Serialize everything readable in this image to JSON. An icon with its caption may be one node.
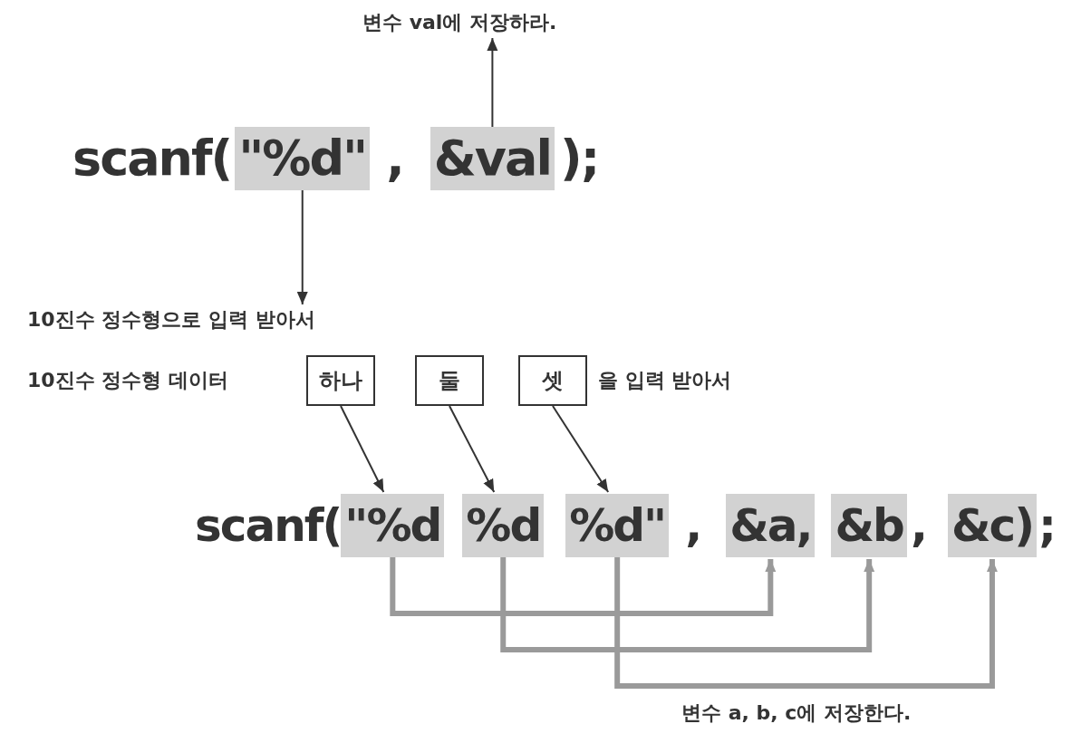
{
  "diagram": {
    "nodes": [
      {
        "text": [
          "변수 val에 저장하라."
        ]
      },
      {
        "text": [
          "\"%d\""
        ]
      },
      {
        "text": [
          "&val"
        ]
      },
      {
        "text": [
          "10진수 정수형으로 입력 받아서"
        ]
      },
      {
        "text": [
          "하나"
        ]
      },
      {
        "text": [
          "둘"
        ]
      },
      {
        "text": [
          "셋"
        ]
      },
      {
        "text": [
          "\"%d"
        ]
      },
      {
        "text": [
          "%d"
        ]
      },
      {
        "text": [
          "%d\""
        ]
      },
      {
        "text": [
          "&a,"
        ]
      },
      {
        "text": [
          "&b"
        ]
      },
      {
        "text": [
          "&c)"
        ]
      }
    ],
    "edges": [
      {
        "from": 2,
        "to": 0,
        "arrow": "to"
      },
      {
        "from": 1,
        "to": 3,
        "arrow": "to"
      },
      {
        "from": 4,
        "to": 7,
        "arrow": "to"
      },
      {
        "from": 5,
        "to": 8,
        "arrow": "to"
      },
      {
        "from": 6,
        "to": 9,
        "arrow": "to"
      },
      {
        "from": 7,
        "to": 10,
        "arrow": "to",
        "style": "thick",
        "color": "#9a9a9a"
      },
      {
        "from": 8,
        "to": 11,
        "arrow": "to",
        "style": "thick",
        "color": "#9a9a9a"
      },
      {
        "from": 9,
        "to": 12,
        "arrow": "to",
        "style": "thick",
        "color": "#9a9a9a"
      }
    ],
    "labels": [
      "scanf(",
      ",",
      ");",
      "10진수 정수형 데이터",
      "을 입력 받아서",
      "scanf(",
      ",",
      ",",
      ";",
      "변수 a, b, c에 저장한다."
    ]
  }
}
